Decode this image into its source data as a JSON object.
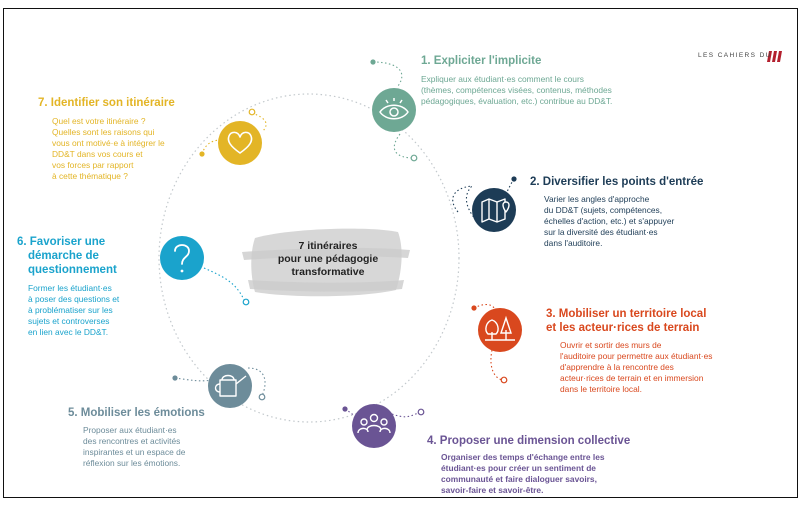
{
  "header": {
    "brand": "LES CAHIERS DU"
  },
  "center_title": [
    "7 itinéraires",
    "pour une pédagogie",
    "transformative"
  ],
  "colors": {
    "teal": "#6ea894",
    "navy": "#1d3c56",
    "orange": "#d9481e",
    "purple": "#6a5494",
    "slate": "#6d8c9a",
    "cyan": "#1aa3cc",
    "yellow": "#e3b526",
    "brand_red": "#b3202e"
  },
  "steps": [
    {
      "title": [
        "1. Expliciter l'implicite"
      ],
      "body": [
        "Expliquer aux étudiant·es comment le cours",
        "(thèmes, compétences visées, contenus, méthodes",
        "pédagogiques, évaluation, etc.) contribue au DD&T."
      ],
      "icon": "eye-icon"
    },
    {
      "title": [
        "2. Diversifier les points d'entrée"
      ],
      "body": [
        "Varier les angles d'approche",
        "du DD&T (sujets, compétences,",
        "échelles d'action, etc.) et s'appuyer",
        "sur la diversité des étudiant·es",
        "dans l'auditoire."
      ],
      "icon": "map-icon"
    },
    {
      "title": [
        "3. Mobiliser un territoire local",
        "et les acteur·rices de terrain"
      ],
      "body": [
        "Ouvrir et sortir des murs de",
        "l'auditoire pour permettre aux étudiant·es",
        "d'apprendre à la rencontre des",
        "acteur·rices de terrain et en immersion",
        "dans le territoire local."
      ],
      "icon": "trees-icon"
    },
    {
      "title": [
        "4. Proposer une dimension collective"
      ],
      "body": [
        "Organiser des temps d'échange entre les",
        "étudiant·es pour créer un sentiment de",
        "communauté et faire dialoguer savoirs,",
        "savoir-faire et savoir-être."
      ],
      "icon": "group-icon"
    },
    {
      "title": [
        "5. Mobiliser les émotions"
      ],
      "body": [
        "Proposer aux étudiant·es",
        "des rencontres et activités",
        "inspirantes et un espace de",
        "réflexion sur les émotions."
      ],
      "icon": "watering-can-icon"
    },
    {
      "title": [
        "6. Favoriser une",
        "démarche de",
        "questionnement"
      ],
      "body": [
        "Former les étudiant·es",
        "à poser des questions et",
        "à problématiser sur les",
        "sujets et controverses",
        "en lien avec le DD&T."
      ],
      "icon": "question-icon"
    },
    {
      "title": [
        "7. Identifier son itinéraire"
      ],
      "body": [
        "Quel est votre itinéraire ?",
        "Quelles sont les raisons qui",
        "vous ont motivé·e à intégrer le",
        "DD&T dans vos cours et",
        "vos forces par rapport",
        "à cette thématique ?"
      ],
      "icon": "heart-icon"
    }
  ]
}
